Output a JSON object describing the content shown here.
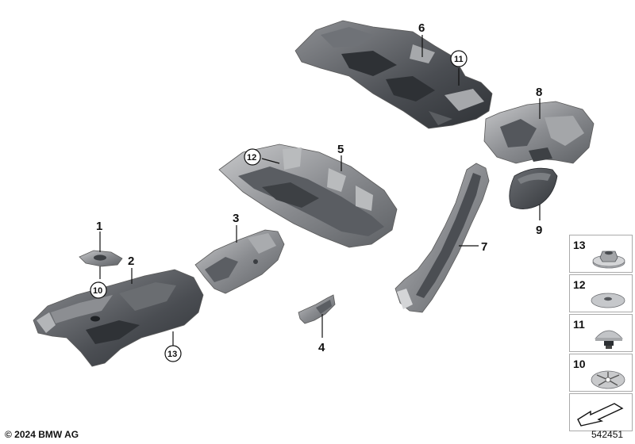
{
  "callouts": {
    "p1": "1",
    "p2": "2",
    "p3": "3",
    "p4": "4",
    "p5": "5",
    "p6": "6",
    "p7": "7",
    "p8": "8",
    "p9": "9",
    "c10": "10",
    "c11": "11",
    "c12": "12",
    "c13": "13"
  },
  "legend": [
    {
      "label": "13",
      "icon": "flange-nut-icon"
    },
    {
      "label": "12",
      "icon": "washer-icon"
    },
    {
      "label": "11",
      "icon": "expanding-rivet-icon"
    },
    {
      "label": "10",
      "icon": "speed-nut-icon"
    }
  ],
  "footer": {
    "copyright": "© 2024 BMW AG",
    "diagram_number": "542451"
  },
  "colors": {
    "part_dark": "#3f4246",
    "part_mid": "#8a8c90",
    "part_light": "#c9cacc"
  }
}
